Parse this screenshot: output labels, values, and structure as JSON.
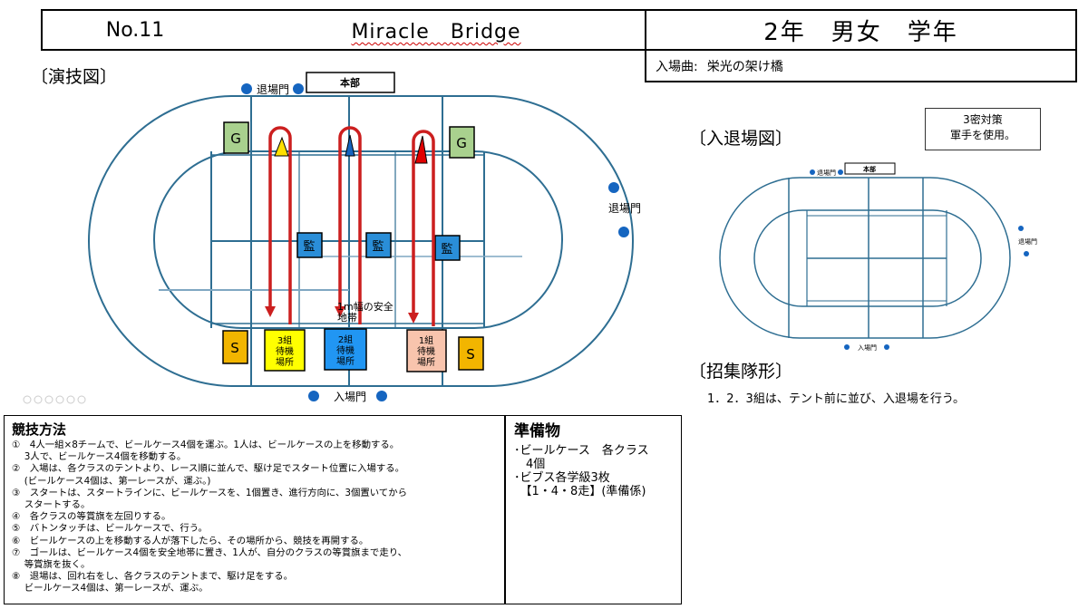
{
  "header": {
    "number": "No.11",
    "title": "Miracle　Bridge",
    "grade": "2年　男女　学年",
    "song_label": "入場曲:",
    "song_name": "栄光の架け橋"
  },
  "performance_diagram": {
    "title": "〔演技図〕",
    "headquarters": "本部",
    "exit_gate": "退場門",
    "entry_gate": "入場門",
    "goal_flag": "G",
    "start_flag": "S",
    "monitor": "監",
    "safety_zone": "1m幅の安全\n地帯",
    "waiting_areas": [
      {
        "label": "3組\n待機\n場所",
        "color": "#ffff00"
      },
      {
        "label": "2組\n待機\n場所",
        "color": "#2196f3"
      },
      {
        "label": "1組\n待機\n場所",
        "color": "#f8c4ad"
      }
    ],
    "runner_colors": [
      "#ffe000",
      "#1565c0",
      "#e00000"
    ],
    "track_color": "#2e6e92",
    "arrow_color": "#cc1f1f"
  },
  "entry_exit_diagram": {
    "title": "〔入退場図〕",
    "headquarters": "本部",
    "exit_gate": "退場門",
    "entry_gate": "入場門"
  },
  "note_box": {
    "line1": "3密対策",
    "line2": "軍手を使用。"
  },
  "assembly": {
    "title": "〔招集隊形〕",
    "text": "1．2．3組は、テント前に並び、入退場を行う。"
  },
  "rules": {
    "title": "競技方法",
    "lines": [
      "①　4人一組×8チームで、ビールケース4個を運ぶ。1人は、ビールケースの上を移動する。",
      "　 3人で、ビールケース4個を移動する。",
      "②　入場は、各クラスのテントより、レース順に並んで、駆け足でスタート位置に入場する。",
      "　 (ビールケース4個は、第一レースが、運ぶ。)",
      "③　スタートは、スタートラインに、ビールケースを、1個置き、進行方向に、3個置いてから",
      "　 スタートする。",
      "④　各クラスの等賞旗を左回りする。",
      "⑤　バトンタッチは、ビールケースで、行う。",
      "⑥　ビールケースの上を移動する人が落下したら、その場所から、競技を再開する。",
      "⑦　ゴールは、ビールケース4個を安全地帯に置き、1人が、自分のクラスの等賞旗まで走り、",
      "　 等賞旗を抜く。",
      "⑧　退場は、回れ右をし、各クラスのテントまで、駆け足をする。",
      "　 ビールケース4個は、第一レースが、運ぶ。"
    ]
  },
  "preparation": {
    "title": "準備物",
    "lines": [
      "･ビールケース　各クラス",
      "　4個",
      "･ビブス各学級3枚",
      "　【1・4・8走】(準備係)"
    ]
  }
}
